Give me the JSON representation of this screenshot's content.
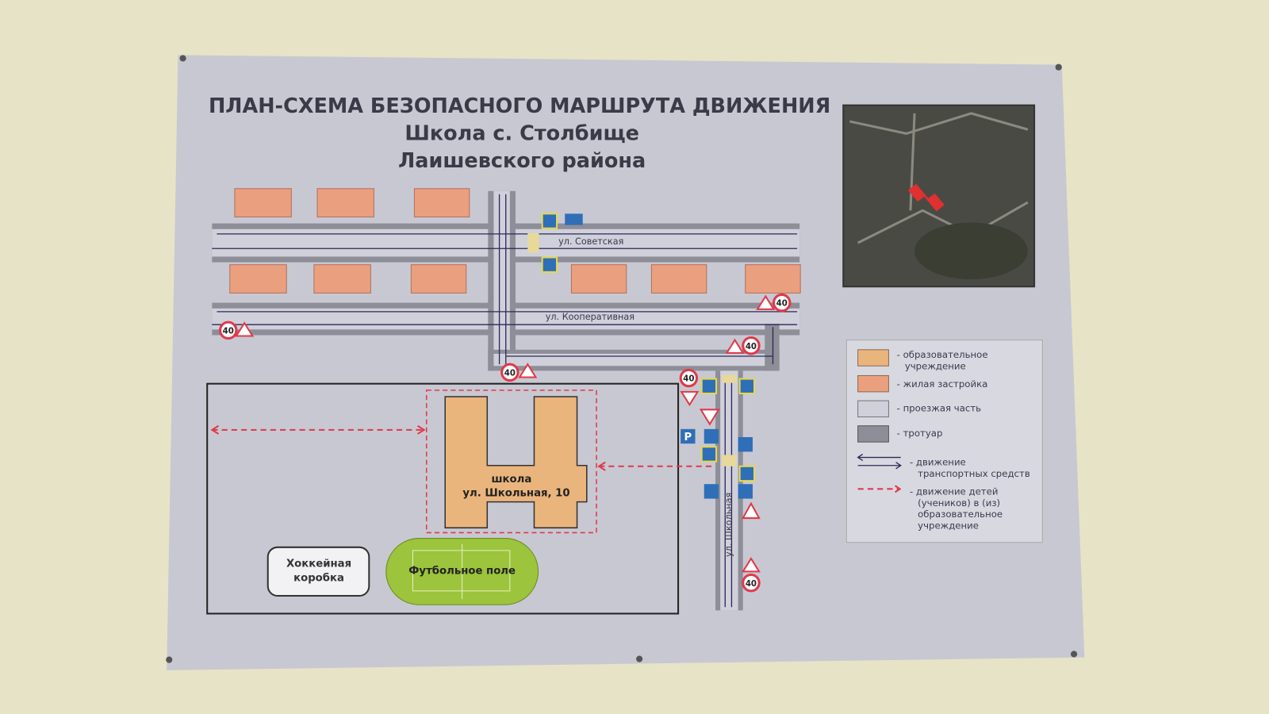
{
  "header": {
    "title": "ПЛАН-СХЕМА БЕЗОПАСНОГО МАРШРУТА ДВИЖЕНИЯ",
    "subtitle1": "Школа с. Столбище",
    "subtitle2": "Лаишевского района"
  },
  "streets": {
    "sovetskaya": "ул. Советская",
    "kooperativnaya": "ул. Кооперативная",
    "shkolnaya": "ул. Школьная"
  },
  "school": {
    "label": "школа",
    "address": "ул. Школьная, 10"
  },
  "hockey": {
    "line1": "Хоккейная",
    "line2": "коробка"
  },
  "football": "Футбольное поле",
  "speed_limit": "40",
  "parking": "P",
  "legend": {
    "edu": [
      "- образовательное",
      "учреждение"
    ],
    "residential": "- жилая застройка",
    "roadway": "- проезжая часть",
    "sidewalk": "- тротуар",
    "traffic": [
      "- движение",
      "транспортных средств"
    ],
    "children": [
      "- движение детей",
      "(учеников) в (из)",
      "образовательное",
      "учреждение"
    ]
  },
  "colors": {
    "education": "#eab57c",
    "residential": "#eaa07e",
    "roadway": "#cfd0da",
    "sidewalk": "#8e8e98",
    "route": "#e0394a",
    "sign_blue": "#2f6fb8"
  }
}
